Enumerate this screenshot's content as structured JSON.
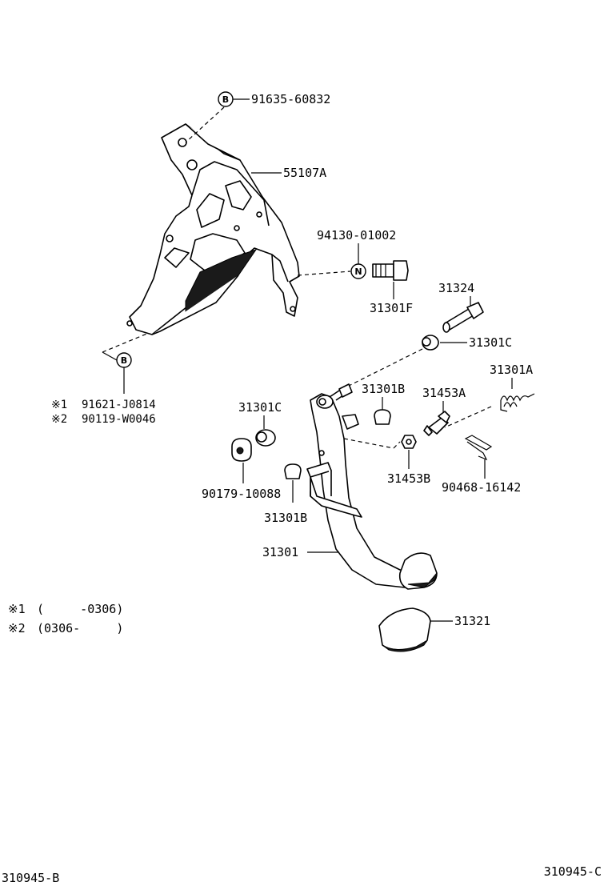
{
  "callouts": {
    "bolt_b": "91635-60832",
    "bracket": "55107A",
    "nut_n": "94130-01002",
    "bolt_f": "31301F",
    "shaft": "31324",
    "bushing_c_right": "31301C",
    "spring": "31301A",
    "bushing_b_top": "31301B",
    "switch_a": "31453A",
    "bushing_c_left": "31301C",
    "nut_left": "90179-10088",
    "switch_b": "31453B",
    "clip": "90468-16142",
    "bushing_b_bottom": "31301B",
    "pedal": "31301",
    "pad": "31321"
  },
  "badges": {
    "b_top": "B",
    "n": "N",
    "b_bottom": "B"
  },
  "notes": {
    "n1_mark": "※1",
    "n1_part": "91621-J0814",
    "n2_mark": "※2",
    "n2_part": "90119-W0046",
    "r1_mark": "※1",
    "r1_range": "(     -0306)",
    "r2_mark": "※2",
    "r2_range": "(0306-     )"
  },
  "footer": {
    "left_code": "310945-B",
    "right_code": "310945-C"
  }
}
